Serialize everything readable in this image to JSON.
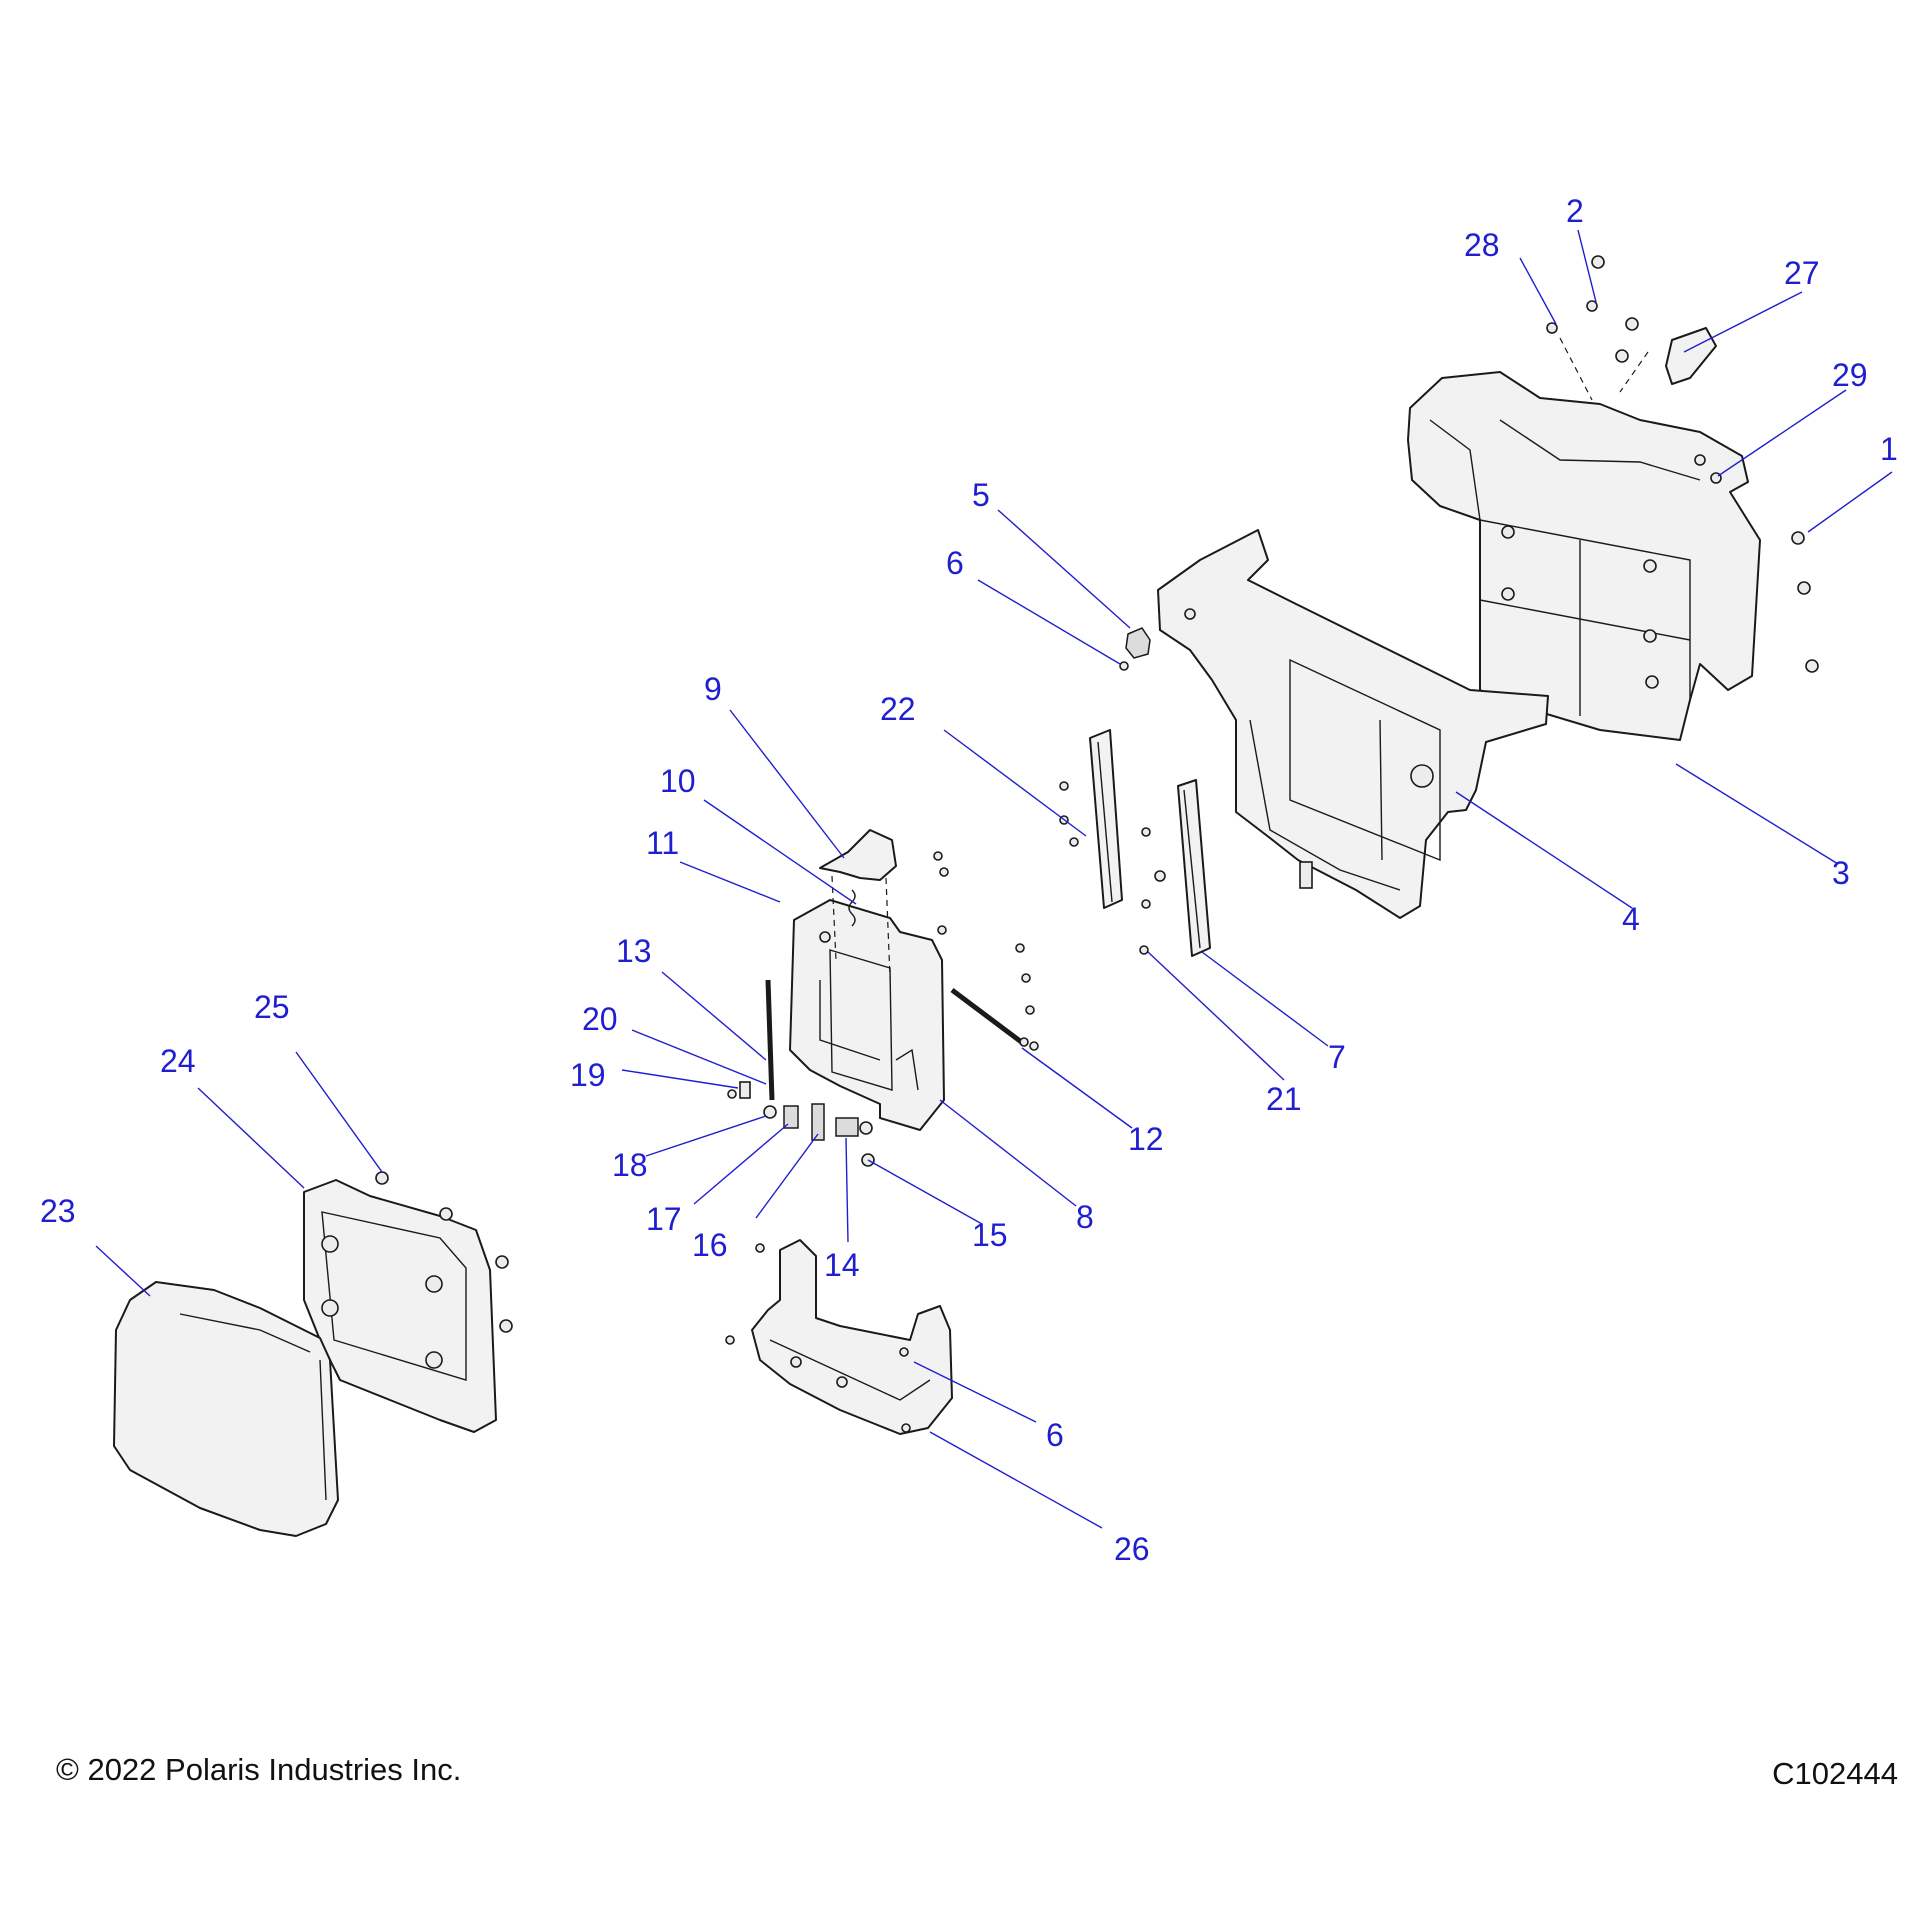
{
  "footer": {
    "copyright": "© 2022 Polaris Industries Inc.",
    "figure_id": "C102444"
  },
  "callouts": [
    {
      "id": "c1",
      "label": "1"
    },
    {
      "id": "c2",
      "label": "2"
    },
    {
      "id": "c3",
      "label": "3"
    },
    {
      "id": "c4",
      "label": "4"
    },
    {
      "id": "c5",
      "label": "5"
    },
    {
      "id": "c6a",
      "label": "6"
    },
    {
      "id": "c6b",
      "label": "6"
    },
    {
      "id": "c7",
      "label": "7"
    },
    {
      "id": "c8",
      "label": "8"
    },
    {
      "id": "c9",
      "label": "9"
    },
    {
      "id": "c10",
      "label": "10"
    },
    {
      "id": "c11",
      "label": "11"
    },
    {
      "id": "c12",
      "label": "12"
    },
    {
      "id": "c13",
      "label": "13"
    },
    {
      "id": "c14",
      "label": "14"
    },
    {
      "id": "c15",
      "label": "15"
    },
    {
      "id": "c16",
      "label": "16"
    },
    {
      "id": "c17",
      "label": "17"
    },
    {
      "id": "c18",
      "label": "18"
    },
    {
      "id": "c19",
      "label": "19"
    },
    {
      "id": "c20",
      "label": "20"
    },
    {
      "id": "c21",
      "label": "21"
    },
    {
      "id": "c22",
      "label": "22"
    },
    {
      "id": "c23",
      "label": "23"
    },
    {
      "id": "c24",
      "label": "24"
    },
    {
      "id": "c25",
      "label": "25"
    },
    {
      "id": "c26",
      "label": "26"
    },
    {
      "id": "c27",
      "label": "27"
    },
    {
      "id": "c28",
      "label": "28"
    },
    {
      "id": "c29",
      "label": "29"
    }
  ],
  "colors": {
    "callout": "#1f1fd0",
    "part_fill": "#f2f2f2",
    "outline": "#1a1a1a"
  }
}
